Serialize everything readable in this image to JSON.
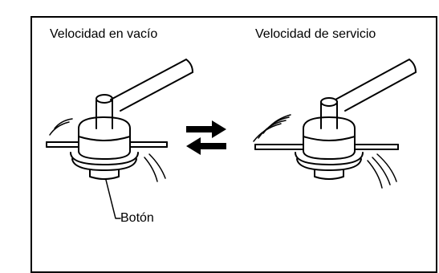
{
  "labels": {
    "left_title": "Velocidad en vacío",
    "right_title": "Velocidad de servicio",
    "button_label": "Botón"
  }
}
